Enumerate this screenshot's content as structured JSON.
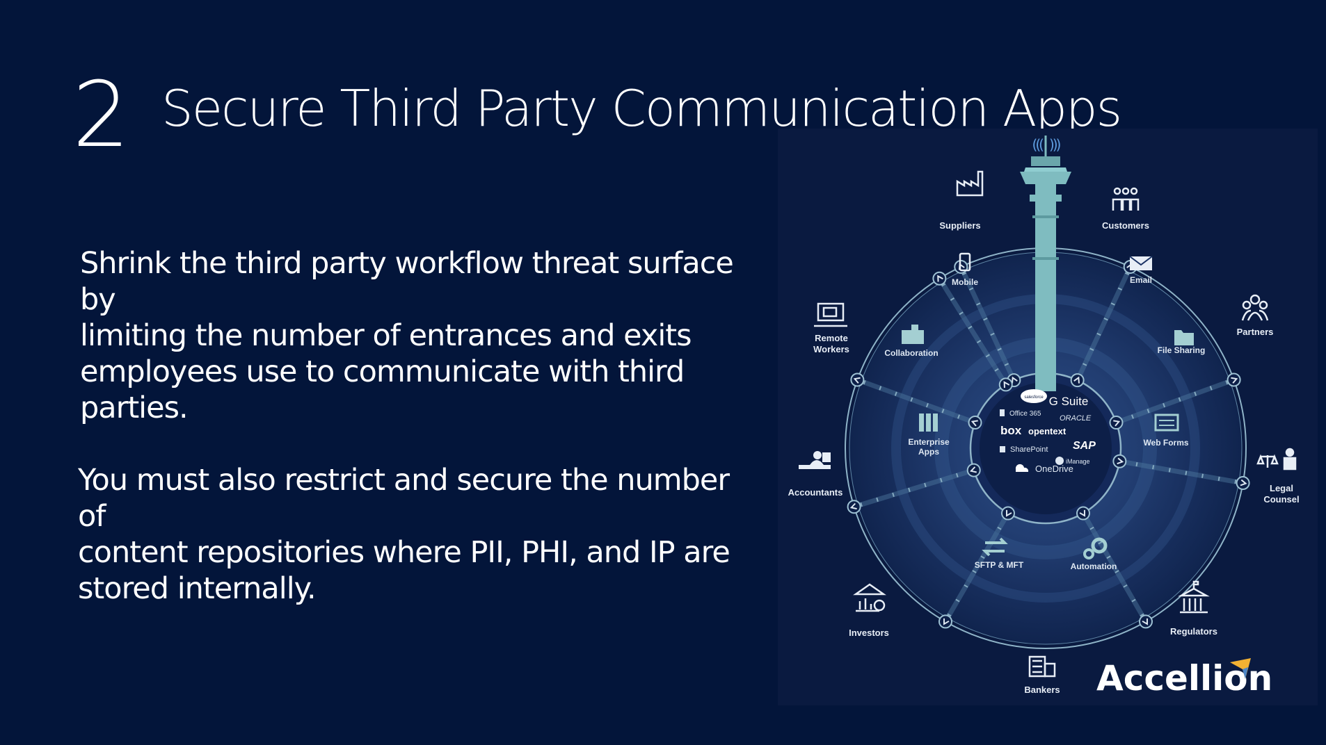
{
  "slide": {
    "number": "2",
    "title": "Secure Third Party Communication Apps",
    "paragraph_1": [
      "Shrink the third party workflow threat surface by",
      "limiting the number of entrances and exits",
      "employees use to communicate with third parties."
    ],
    "paragraph_2": [
      "You must also restrict and secure the number of",
      "content repositories where PII, PHI, and IP are",
      "stored internally."
    ]
  },
  "diagram": {
    "outer_parties": {
      "suppliers": "Suppliers",
      "customers": "Customers",
      "partners": "Partners",
      "remote_workers": [
        "Remote",
        "Workers"
      ],
      "accountants": "Accountants",
      "legal_counsel": [
        "Legal",
        "Counsel"
      ],
      "investors": "Investors",
      "regulators": "Regulators",
      "bankers": "Bankers"
    },
    "channels": {
      "mobile": "Mobile",
      "email": "Email",
      "collaboration": "Collaboration",
      "file_sharing": "File Sharing",
      "enterprise_apps": [
        "Enterprise",
        "Apps"
      ],
      "web_forms": "Web Forms",
      "sftp_mft": "SFTP & MFT",
      "automation": "Automation"
    },
    "repositories": {
      "salesforce": "salesforce",
      "gsuite": "G Suite",
      "office365": "Office 365",
      "oracle": "ORACLE",
      "box": "box",
      "opentext": "opentext",
      "sap": "SAP",
      "sharepoint": "SharePoint",
      "imanage": "iManage",
      "onedrive": "OneDrive"
    },
    "logo": "Accellion",
    "colors": {
      "background": "#03153a",
      "panel": "#0a1a40",
      "tower": "#7fbcc0",
      "ring_line": "#8fb4c8",
      "logo_accent": "#f2b233"
    }
  }
}
